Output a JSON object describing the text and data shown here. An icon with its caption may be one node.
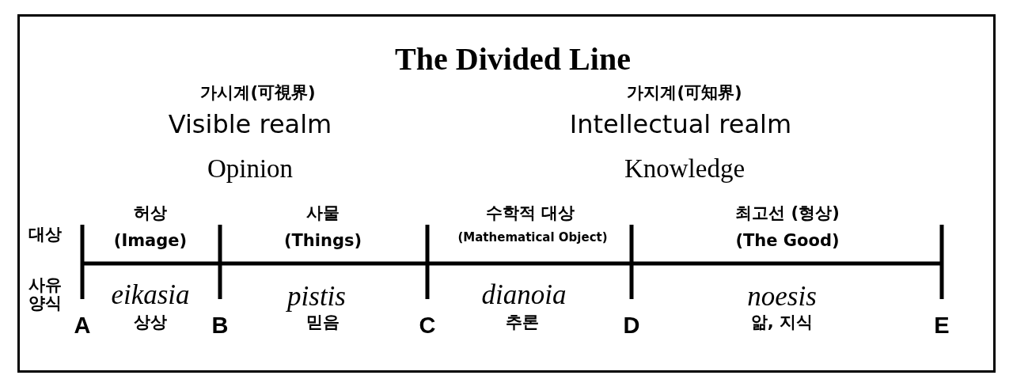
{
  "diagram": {
    "title": "The Divided Line",
    "labels": [
      "가시계(可視界)",
      "가지계(可知界)",
      "Visible realm",
      "Intellectual realm",
      "Opinion",
      "Knowledge",
      "대상",
      "허상",
      "(Image)",
      "사물",
      "(Things)",
      "수학적 대상",
      "(Mathematical Object)",
      "최고선 (형상)",
      "(The Good)",
      "사유 양식",
      "eikasia",
      "pistis",
      "dianoia",
      "noesis",
      "A",
      "상상",
      "B",
      "믿음",
      "C",
      "추론",
      "D",
      "앎, 지식",
      "E"
    ]
  }
}
